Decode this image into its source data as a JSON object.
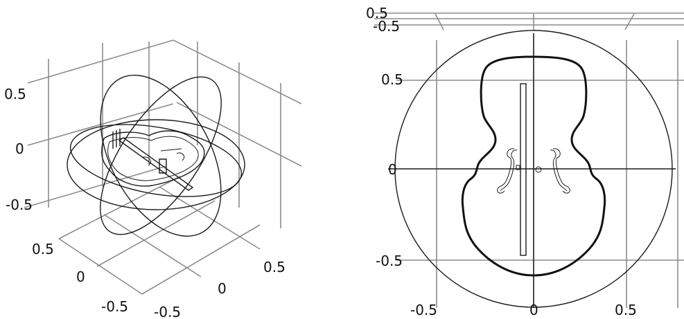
{
  "views": {
    "view_3d": {
      "vertical_axis_ticks": [
        "0.5",
        "0",
        "-0.5"
      ],
      "axis_a_ticks": [
        "0.5",
        "0",
        "-0.5"
      ],
      "axis_b_ticks": [
        "-0.5",
        "0",
        "0.5"
      ]
    },
    "top_view": {
      "top_ticks": [
        "0.5",
        "-0.5"
      ],
      "y_ticks": [
        "0.5",
        "0",
        "-0.5"
      ],
      "x_ticks": [
        "-0.5",
        "0",
        "0.5"
      ]
    }
  },
  "colors": {
    "background": "#ffffff",
    "grid": "#8c8c8c",
    "geometry": "#1a1a1a"
  }
}
